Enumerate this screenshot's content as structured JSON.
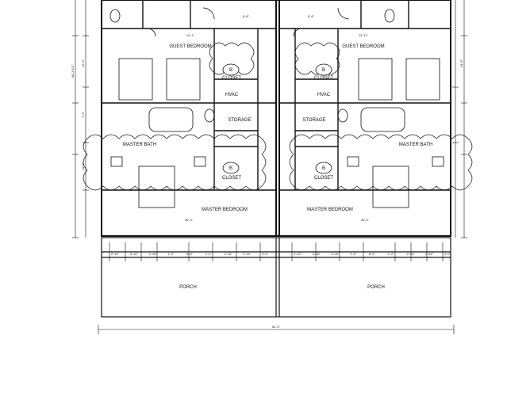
{
  "rooms": {
    "guest_bedroom_left": "GUEST BEDROOM",
    "guest_bedroom_right": "GUEST BEDROOM",
    "closet_b_upper_left": "CLOSET",
    "closet_b_upper_right": "CLOSET",
    "closet_b_lower_left": "CLOSET",
    "closet_b_lower_right": "CLOSET",
    "hvac_left": "HVAC",
    "hvac_right": "HVAC",
    "storage_left": "STORAGE",
    "storage_right": "STORAGE",
    "master_bath_left": "MASTER BATH",
    "master_bath_right": "MASTER BATH",
    "master_bedroom_left": "MASTER BEDROOM",
    "master_bedroom_right": "MASTER BEDROOM",
    "porch_left": "PORCH",
    "porch_right": "PORCH"
  },
  "tags": {
    "closet_mark": "B"
  },
  "dimensions": {
    "guest_left": "14'-1\"",
    "guest_right": "13'-11\"",
    "master_bed_left": "26'-3\"",
    "master_bed_right": "26'-3\"",
    "overall_width": "52'-0\"",
    "overall_height": "48'-3 1/2\"",
    "top_left": "8'-8\"",
    "top_right": "8'-8\"",
    "side_a": "12'-0\"",
    "side_b": "7'-0\"",
    "side_c": "11'-6\"",
    "side_d": "14'-6\"",
    "porch_ticks": [
      "2'-10\"",
      "3'-10\"",
      "2'-10\"",
      "1'-2\"",
      "6'-0\"",
      "1'-2\"",
      "2'-10\"",
      "2'-10\"",
      "4'-0\""
    ]
  },
  "colors": {
    "line": "#111111",
    "background": "#ffffff"
  }
}
